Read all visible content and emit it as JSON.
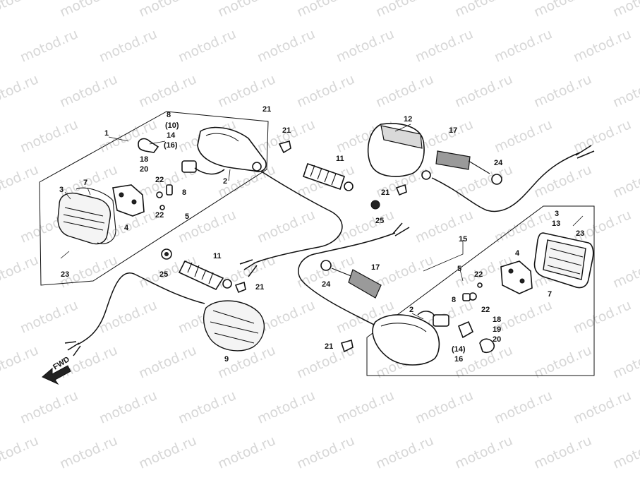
{
  "watermark": {
    "text": "motod.ru"
  },
  "fwd": {
    "text": "FWD"
  },
  "labels": [
    {
      "id": "1",
      "text": "1"
    },
    {
      "id": "8-tl",
      "text": "8"
    },
    {
      "id": "10-tl",
      "text": "(10)"
    },
    {
      "id": "14-tl",
      "text": "14"
    },
    {
      "id": "16-tl",
      "text": "(16)"
    },
    {
      "id": "18-tl",
      "text": "18"
    },
    {
      "id": "20-tl",
      "text": "20"
    },
    {
      "id": "2-tl",
      "text": "2"
    },
    {
      "id": "21-tl",
      "text": "21"
    },
    {
      "id": "3-tl",
      "text": "3"
    },
    {
      "id": "7-tl",
      "text": "7"
    },
    {
      "id": "4-tl",
      "text": "4"
    },
    {
      "id": "22a-tl",
      "text": "22"
    },
    {
      "id": "22b-tl",
      "text": "22"
    },
    {
      "id": "8b-tl",
      "text": "8"
    },
    {
      "id": "5-tl",
      "text": "5"
    },
    {
      "id": "23-tl",
      "text": "23"
    },
    {
      "id": "25-ml",
      "text": "25"
    },
    {
      "id": "11-ml",
      "text": "11"
    },
    {
      "id": "21-ml",
      "text": "21"
    },
    {
      "id": "9",
      "text": "9"
    },
    {
      "id": "21-c",
      "text": "21"
    },
    {
      "id": "11-c",
      "text": "11"
    },
    {
      "id": "12",
      "text": "12"
    },
    {
      "id": "17-tr",
      "text": "17"
    },
    {
      "id": "24-tr",
      "text": "24"
    },
    {
      "id": "21-cr",
      "text": "21"
    },
    {
      "id": "25-cr",
      "text": "25"
    },
    {
      "id": "3-br",
      "text": "3"
    },
    {
      "id": "13-br",
      "text": "13"
    },
    {
      "id": "23-br",
      "text": "23"
    },
    {
      "id": "15",
      "text": "15"
    },
    {
      "id": "5-br",
      "text": "5"
    },
    {
      "id": "4-br",
      "text": "4"
    },
    {
      "id": "7-br",
      "text": "7"
    },
    {
      "id": "22a-br",
      "text": "22"
    },
    {
      "id": "8-br",
      "text": "8"
    },
    {
      "id": "22b-br",
      "text": "22"
    },
    {
      "id": "17-bc",
      "text": "17"
    },
    {
      "id": "24-bc",
      "text": "24"
    },
    {
      "id": "2-br",
      "text": "2"
    },
    {
      "id": "14-br",
      "text": "(14)"
    },
    {
      "id": "16-br",
      "text": "16"
    },
    {
      "id": "18-br",
      "text": "18"
    },
    {
      "id": "19-br",
      "text": "19"
    },
    {
      "id": "20-br",
      "text": "20"
    },
    {
      "id": "21-bl",
      "text": "21"
    }
  ]
}
